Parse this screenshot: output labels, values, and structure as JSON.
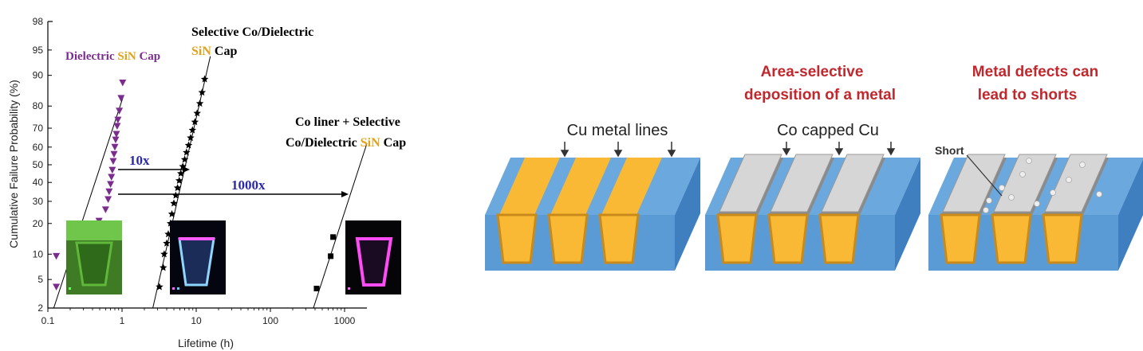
{
  "chart_data": {
    "type": "scatter",
    "title": "",
    "xlabel": "Lifetime (h)",
    "ylabel": "Cumulative Failure Probability (%)",
    "xscale": "log",
    "yscale": "normal-probability",
    "xlim": [
      0.1,
      2000
    ],
    "ylim": [
      2,
      98
    ],
    "x_ticks": [
      0.1,
      1,
      10,
      100,
      1000
    ],
    "x_tick_labels": [
      "0.1",
      "1",
      "10",
      "100",
      "1000"
    ],
    "y_ticks": [
      2,
      5,
      10,
      20,
      30,
      40,
      50,
      60,
      70,
      80,
      90,
      95,
      98
    ],
    "y_tick_labels": [
      "2",
      "5",
      "10",
      "20",
      "30",
      "40",
      "50",
      "60",
      "70",
      "80",
      "90",
      "95",
      "98"
    ],
    "grid": false,
    "series": [
      {
        "name": "Dielectric SiN Cap",
        "color": "#7b2d8e",
        "marker": "triangle-down",
        "points": [
          [
            0.13,
            4
          ],
          [
            0.13,
            9.5
          ],
          [
            0.49,
            21
          ],
          [
            0.6,
            26
          ],
          [
            0.65,
            31
          ],
          [
            0.67,
            35
          ],
          [
            0.7,
            39
          ],
          [
            0.72,
            43
          ],
          [
            0.74,
            47
          ],
          [
            0.76,
            52
          ],
          [
            0.78,
            56
          ],
          [
            0.8,
            60
          ],
          [
            0.82,
            64
          ],
          [
            0.84,
            67
          ],
          [
            0.86,
            71
          ],
          [
            0.88,
            74
          ],
          [
            0.92,
            78
          ],
          [
            0.97,
            83
          ],
          [
            1.02,
            88
          ]
        ],
        "fit": [
          [
            0.12,
            2
          ],
          [
            1.05,
            84
          ]
        ]
      },
      {
        "name": "Selective Co/Dielectric SiN Cap",
        "color": "#000000",
        "marker": "star",
        "points": [
          [
            3.2,
            4
          ],
          [
            3.6,
            7
          ],
          [
            3.7,
            10
          ],
          [
            4.0,
            13
          ],
          [
            4.2,
            16
          ],
          [
            4.5,
            20
          ],
          [
            4.7,
            24
          ],
          [
            5.0,
            29
          ],
          [
            5.3,
            33
          ],
          [
            5.6,
            37
          ],
          [
            5.9,
            41
          ],
          [
            6.2,
            45
          ],
          [
            6.6,
            49
          ],
          [
            7.0,
            53
          ],
          [
            7.4,
            57
          ],
          [
            7.9,
            61
          ],
          [
            8.4,
            65
          ],
          [
            8.9,
            69
          ],
          [
            9.6,
            73
          ],
          [
            10.3,
            77
          ],
          [
            11.2,
            81
          ],
          [
            12.0,
            85
          ],
          [
            13.0,
            89
          ]
        ],
        "fit": [
          [
            2.6,
            2
          ],
          [
            15.5,
            94
          ]
        ]
      },
      {
        "name": "Co liner + Selective Co/Dielectric SiN Cap",
        "color": "#000000",
        "marker": "square",
        "points": [
          [
            420,
            3.8
          ],
          [
            650,
            9.5
          ],
          [
            700,
            15
          ]
        ],
        "fit": [
          [
            380,
            2
          ],
          [
            2000,
            62
          ]
        ]
      }
    ],
    "annotations": {
      "label_dielectric_a": "Dielectric ",
      "label_dielectric_b": "SiN",
      "label_dielectric_c": " Cap",
      "label_selective_1": "Selective Co/Dielectric",
      "label_selective_2a": "SiN",
      "label_selective_2b": " Cap",
      "label_coliner_1": "Co liner + Selective",
      "label_coliner_2a": "Co/Dielectric ",
      "label_coliner_2b": "SiN",
      "label_coliner_2c": " Cap",
      "arrow_10x": "10x",
      "arrow_1000x": "1000x"
    }
  },
  "colors": {
    "dielectric": "#7b2d8e",
    "sin_gold": "#e2a21a",
    "arrow_label": "#2a2aa8",
    "diagram_title_red": "#c0282e",
    "substrate_blue": "#5b9bd5",
    "substrate_blue_dark": "#3f7fbf",
    "copper_gold": "#f9b935",
    "copper_edge": "#c98a1a",
    "cobalt_gray": "#d6d6d6"
  },
  "diagram": {
    "panel1": {
      "label": "Cu metal lines"
    },
    "panel2": {
      "title_line1": "Area-selective",
      "title_line2": "deposition of a metal",
      "label": "Co capped Cu"
    },
    "panel3": {
      "title_line1": "Metal defects can",
      "title_line2": "lead to shorts",
      "short_label": "Short"
    }
  }
}
